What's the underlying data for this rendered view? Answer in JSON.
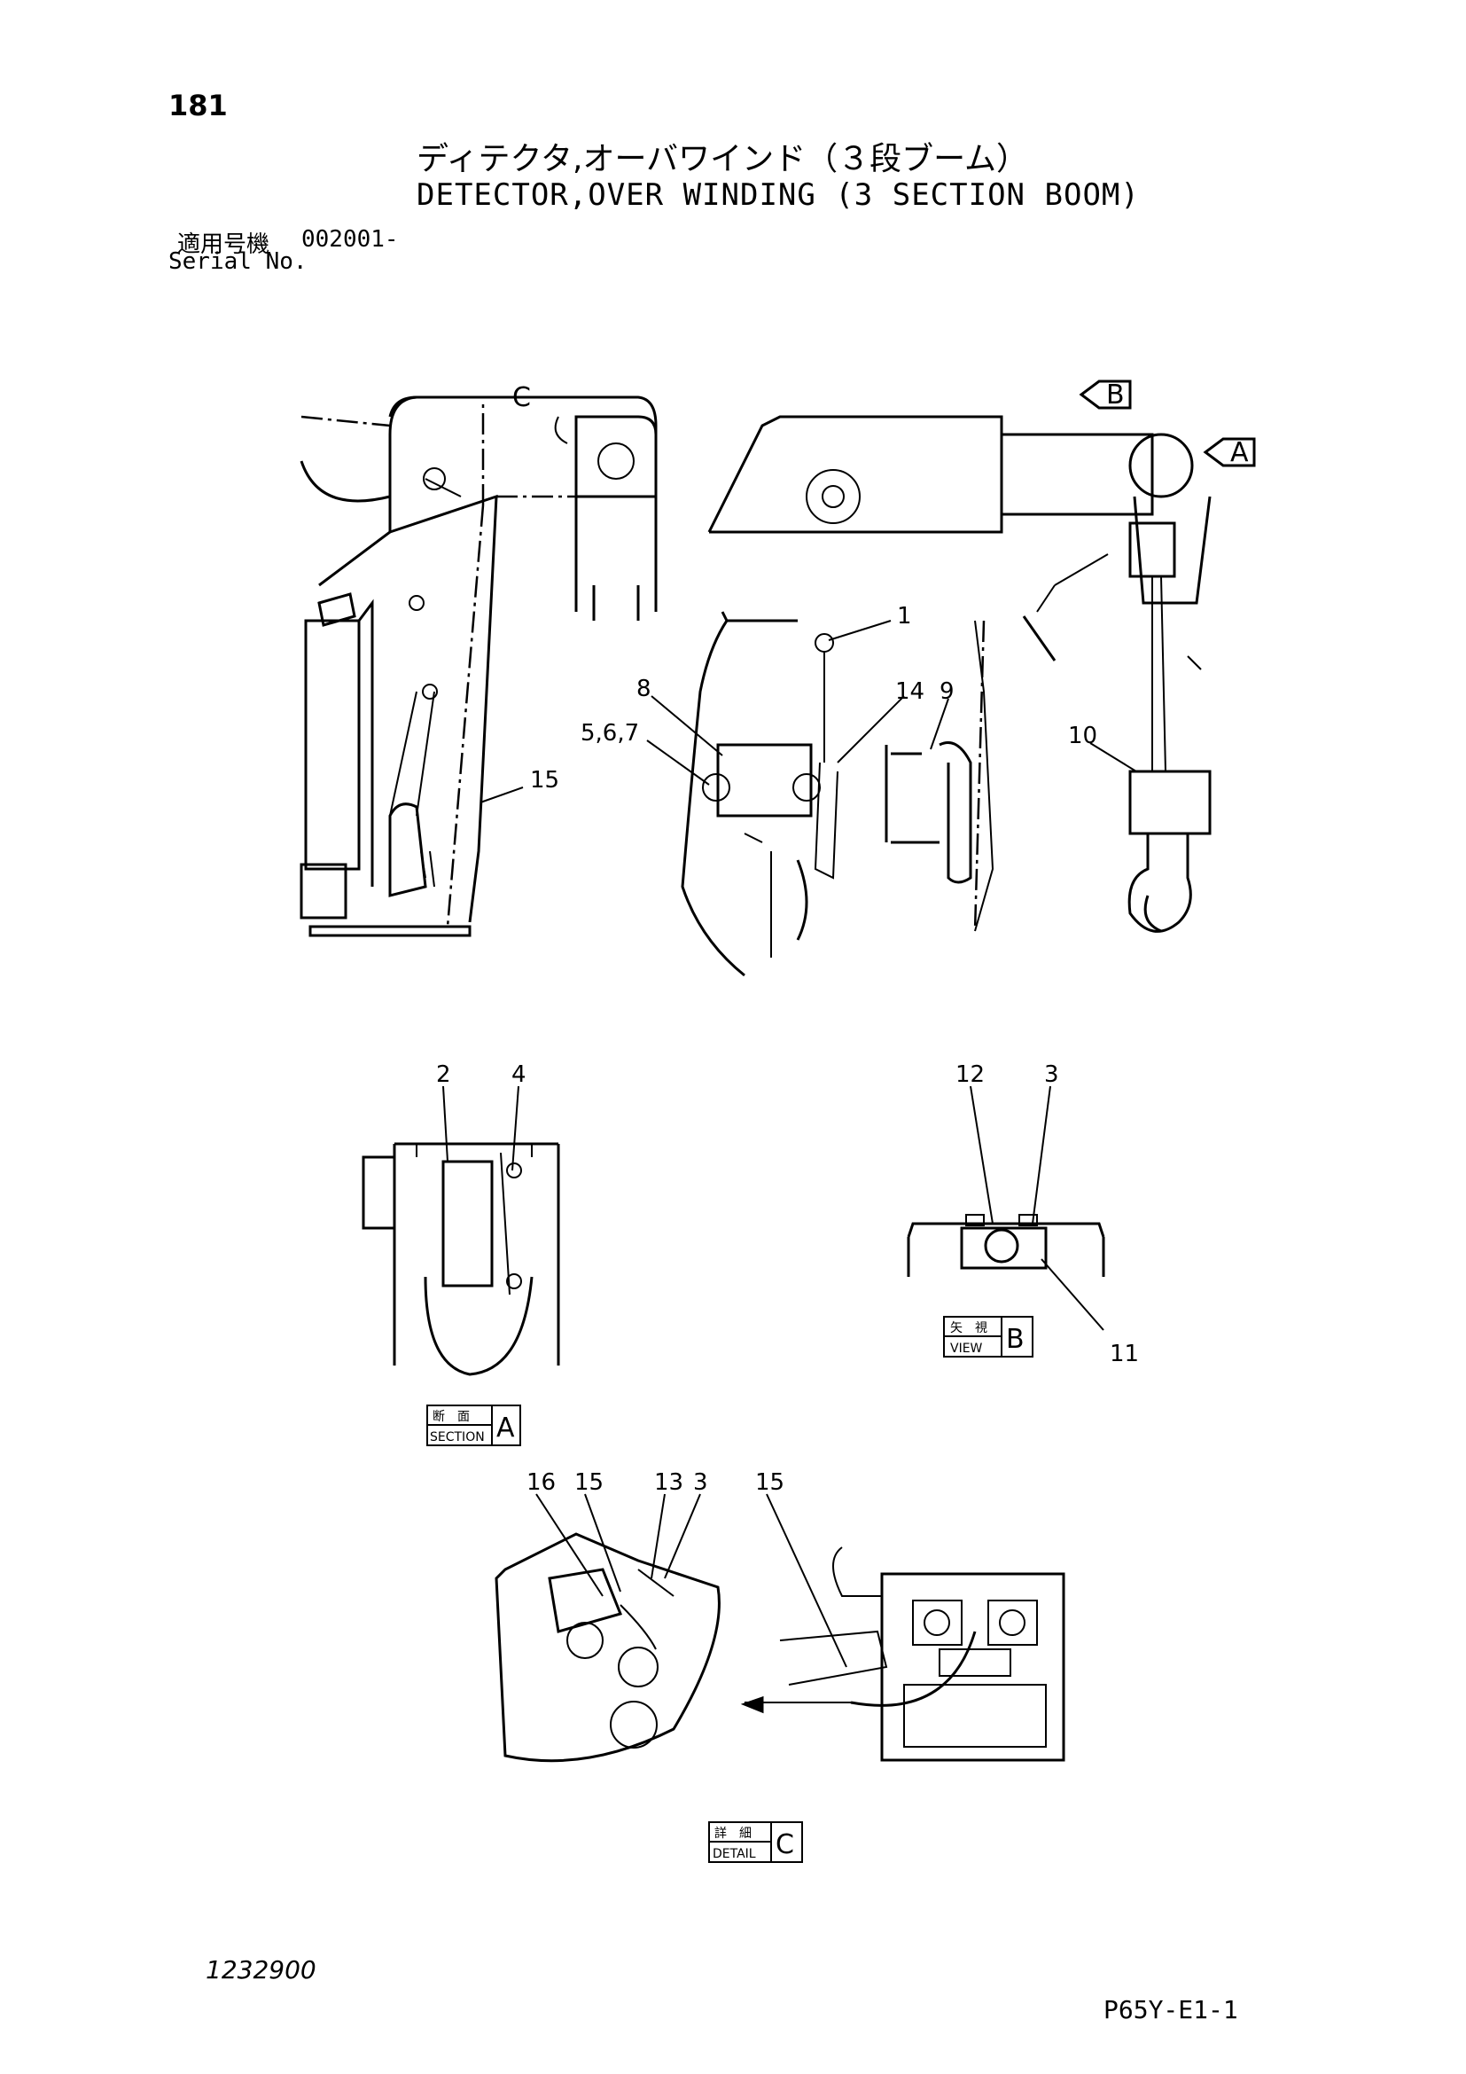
{
  "header": {
    "page_number": "181",
    "title_jp": "ディテクタ,オーバワインド（３段ブーム）",
    "title_en": "DETECTOR,OVER WINDING (3 SECTION BOOM)",
    "serial_label_jp": "適用号機",
    "serial_value": "002001-",
    "serial_label_en": "Serial No."
  },
  "callouts": {
    "c1": "1",
    "c2": "2",
    "c3a": "3",
    "c3b": "3",
    "c4": "4",
    "c567": "5,6,7",
    "c8": "8",
    "c9": "9",
    "c10": "10",
    "c11": "11",
    "c12": "12",
    "c13": "13",
    "c14": "14",
    "c15a": "15",
    "c15b": "15",
    "c15c": "15",
    "c16": "16"
  },
  "view_markers": {
    "c_marker": "C",
    "b_arrow": "B",
    "a_arrow": "A"
  },
  "labels": {
    "section_a": {
      "jp": "断　面",
      "en": "SECTION",
      "letter": "A"
    },
    "view_b": {
      "jp": "矢　視",
      "en": "VIEW",
      "letter": "B"
    },
    "detail_c": {
      "jp": "詳　細",
      "en": "DETAIL",
      "letter": "C"
    }
  },
  "footer": {
    "doc_number": "1232900",
    "page_code": "P65Y-E1-1"
  }
}
